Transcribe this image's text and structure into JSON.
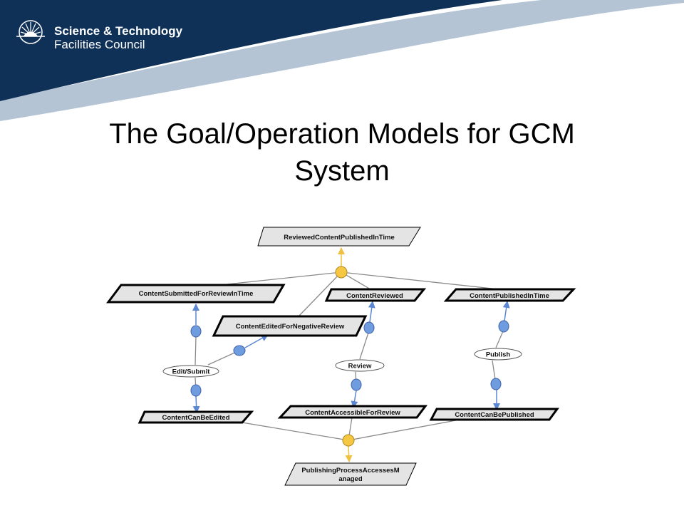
{
  "branding": {
    "org_line1": "Science & Technology",
    "org_line2": "Facilities Council",
    "brand_color": "#0f3158",
    "wave_color": "#b4c4d4"
  },
  "slide": {
    "title_line1": "The Goal/Operation Models for GCM",
    "title_line2": "System"
  },
  "diagram": {
    "colors": {
      "goal_fill": "#e4e4e4",
      "goal_stroke": "#000000",
      "link_stroke": "#8a8a8a",
      "refinement_node": "#f6c742",
      "operation_link_node": "#6f9bdf",
      "arrow_blue": "#5b86d2",
      "arrow_yellow": "#f0c040"
    },
    "goals": {
      "reviewed_content_published": "ReviewedContentPublishedInTime",
      "content_submitted": "ContentSubmittedForReviewInTime",
      "content_reviewed": "ContentReviewed",
      "content_published": "ContentPublishedInTime",
      "content_edited": "ContentEditedForNegativeReview",
      "content_can_be_edited": "ContentCanBeEdited",
      "content_accessible": "ContentAccessibleForReview",
      "content_can_be_published": "ContentCanBePublished",
      "publishing_process_line1": "PublishingProcessAccessesM",
      "publishing_process_line2": "anaged"
    },
    "operations": {
      "edit_submit": "Edit/Submit",
      "review": "Review",
      "publish": "Publish"
    }
  }
}
